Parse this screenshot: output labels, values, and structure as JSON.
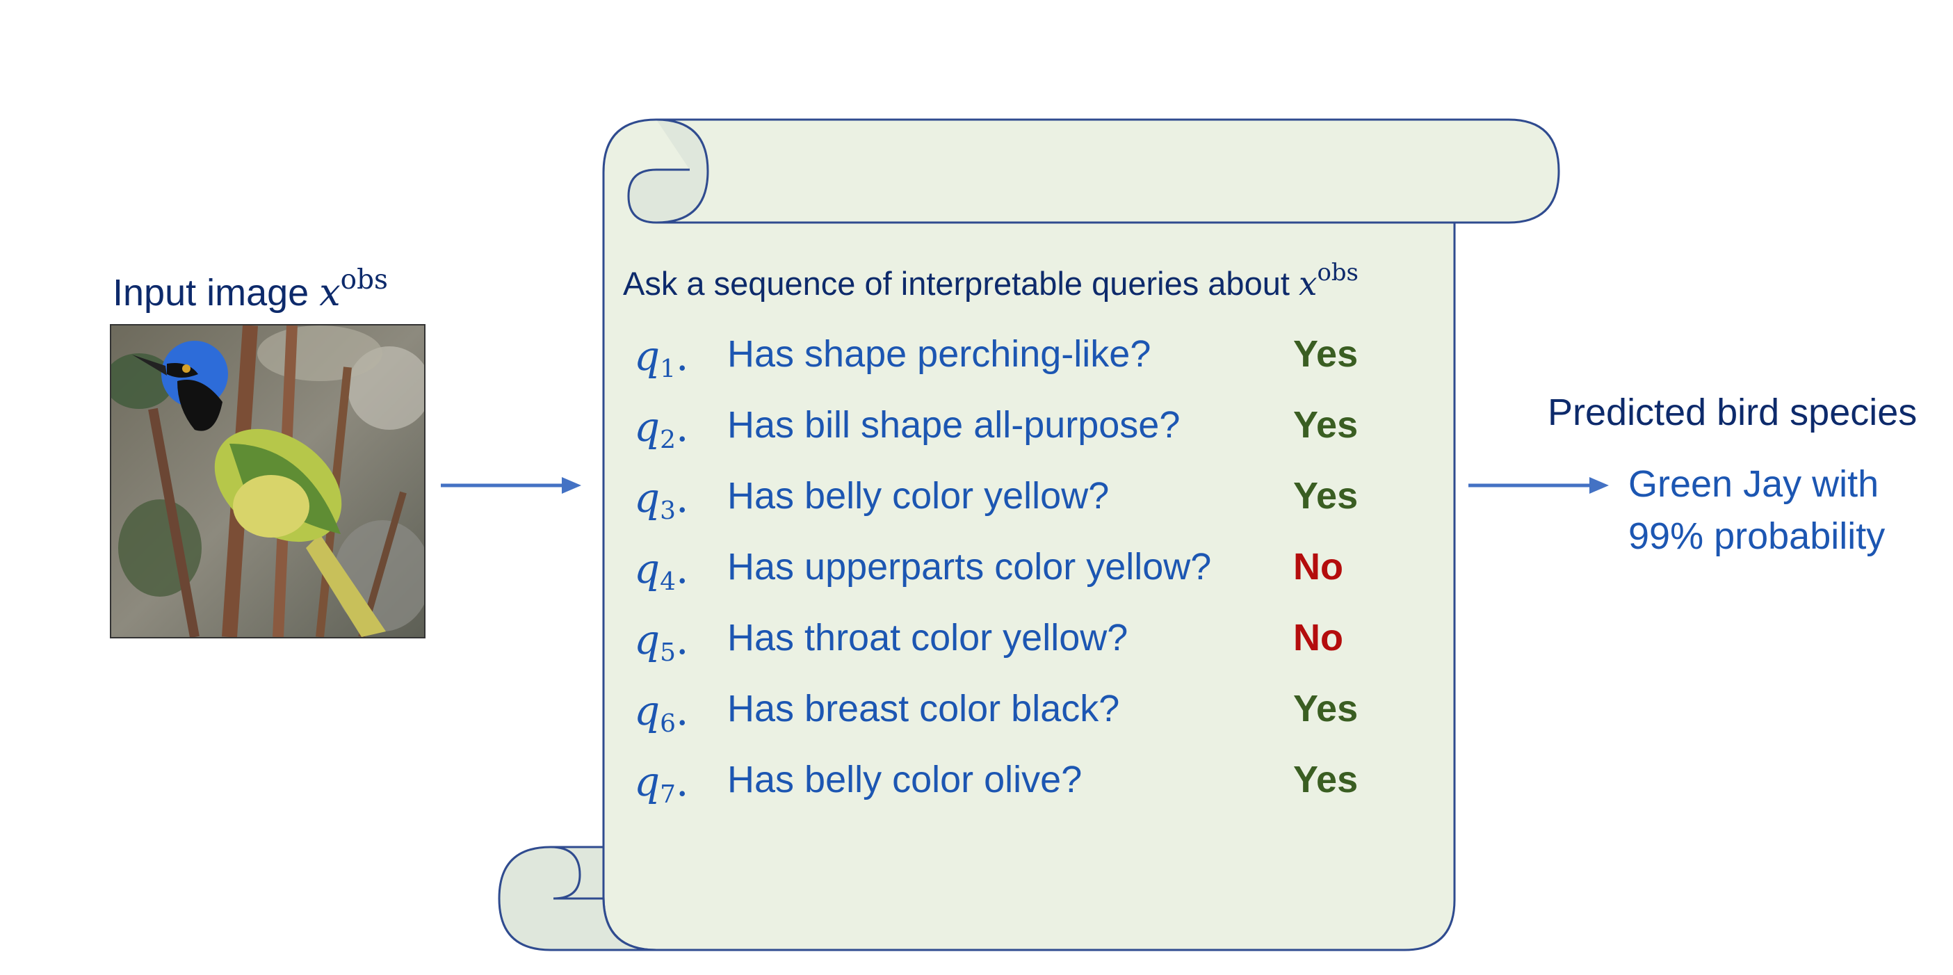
{
  "input": {
    "label": "Input image",
    "var": "x",
    "sup": "obs"
  },
  "scroll": {
    "title": "Ask a sequence of interpretable queries about",
    "title_var": "x",
    "title_sup": "obs",
    "queries": [
      {
        "q": "q",
        "sub": "1",
        "text": "Has shape perching-like?",
        "answer": "Yes"
      },
      {
        "q": "q",
        "sub": "2",
        "text": "Has bill shape all-purpose?",
        "answer": "Yes"
      },
      {
        "q": "q",
        "sub": "3",
        "text": "Has belly color yellow?",
        "answer": "Yes"
      },
      {
        "q": "q",
        "sub": "4",
        "text": "Has upperparts color yellow?",
        "answer": "No"
      },
      {
        "q": "q",
        "sub": "5",
        "text": "Has throat color yellow?",
        "answer": "No"
      },
      {
        "q": "q",
        "sub": "6",
        "text": "Has breast color black?",
        "answer": "Yes"
      },
      {
        "q": "q",
        "sub": "7",
        "text": "Has belly color olive?",
        "answer": "Yes"
      }
    ]
  },
  "prediction": {
    "label": "Predicted bird species",
    "line1": "Green Jay with",
    "line2": "99% probability"
  },
  "colors": {
    "scroll_fill": "#ebf1e3",
    "scroll_curl": "#dfe7dc",
    "scroll_stroke": "#2f4b8f",
    "arrow": "#4472c4",
    "yes": "#3a5e22",
    "no": "#b40d0d"
  }
}
